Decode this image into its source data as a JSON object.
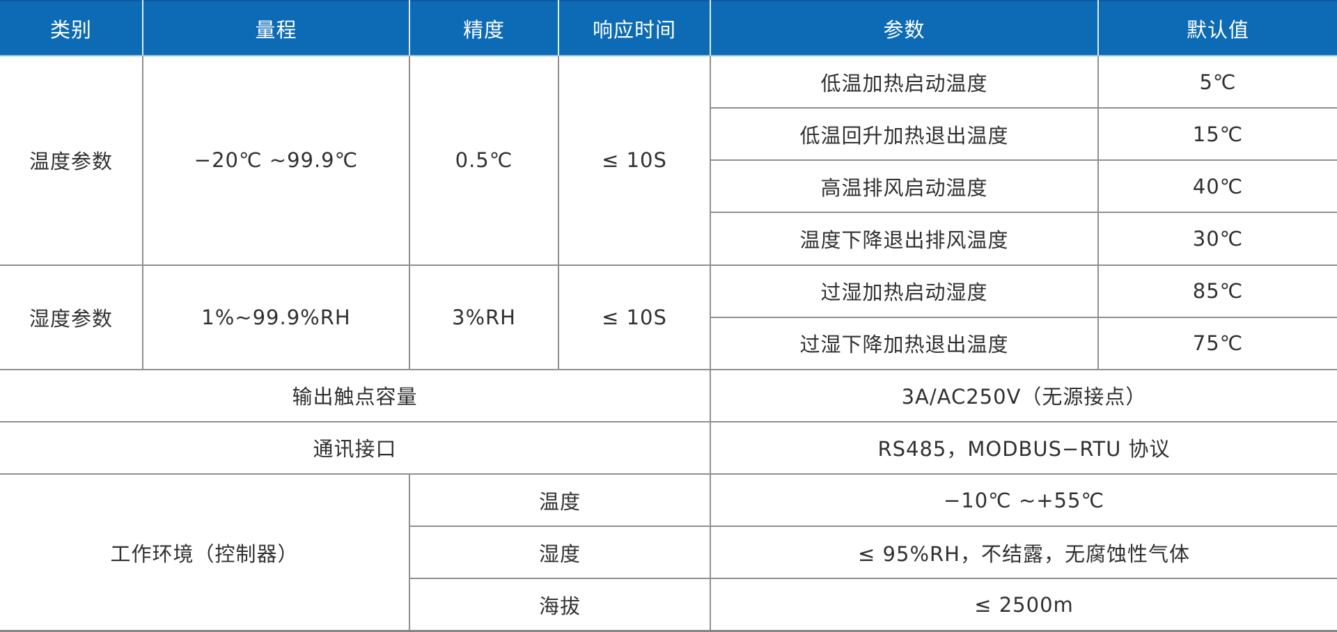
{
  "table": {
    "headers": [
      {
        "label": "类别"
      },
      {
        "label": "量程"
      },
      {
        "label": "精度"
      },
      {
        "label": "响应时间"
      },
      {
        "label": "参数"
      },
      {
        "label": "默认值"
      }
    ],
    "temperature_section": {
      "category": "温度参数",
      "range": "−20℃ ~99.9℃",
      "accuracy": "0.5℃",
      "response_time": "≤ 10S",
      "params": [
        {
          "name": "低温加热启动温度",
          "default": "5℃"
        },
        {
          "name": "低温回升加热退出温度",
          "default": "15℃"
        },
        {
          "name": "高温排风启动温度",
          "default": "40℃"
        },
        {
          "name": "温度下降退出排风温度",
          "default": "30℃"
        }
      ]
    },
    "humidity_section": {
      "category": "湿度参数",
      "range": "1%~99.9%RH",
      "accuracy": "3%RH",
      "response_time": "≤ 10S",
      "params": [
        {
          "name": "过湿加热启动湿度",
          "default": "85℃"
        },
        {
          "name": "过湿下降加热退出温度",
          "default": "75℃"
        }
      ]
    },
    "output_contact": {
      "label": "输出触点容量",
      "value": "3A/AC250V（无源接点）"
    },
    "comm_interface": {
      "label": "通讯接口",
      "value": "RS485，MODBUS−RTU 协议"
    },
    "working_env": {
      "label": "工作环境（控制器）",
      "rows": [
        {
          "name": "温度",
          "value": "−10℃ ~+55℃"
        },
        {
          "name": "湿度",
          "value": "≤ 95%RH，不结露，无腐蚀性气体"
        },
        {
          "name": "海拔",
          "value": "≤ 2500m"
        }
      ]
    },
    "colors": {
      "header_bg": "#0D6BB5",
      "header_text": "#FFFFFF",
      "grid_line": "#8F8F8F",
      "body_text": "#303030"
    }
  }
}
